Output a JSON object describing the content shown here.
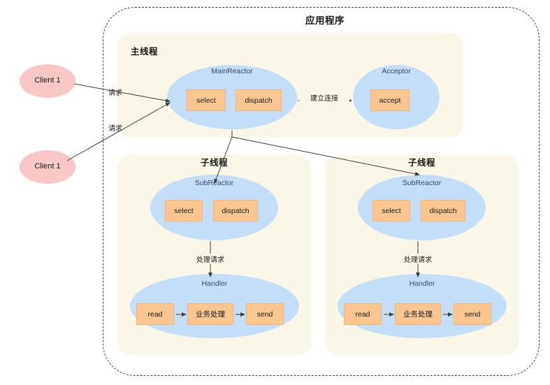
{
  "diagram": {
    "app_title": "应用程序",
    "outer_boundary_style": "dashed",
    "colors": {
      "panel_beige": "#FAF7E9",
      "ellipse_blue": "#C5DEF8",
      "ellipse_pink": "#F9C8C6",
      "box_orange": "#FBC690",
      "box_orange_border": "#F0B679",
      "line": "#3D3D3D",
      "text_dark": "#1A1A1A",
      "text_muted": "#3B4A5C",
      "background": "#FFFFFF"
    },
    "clients": [
      {
        "label": "Client 1"
      },
      {
        "label": "Client 1"
      }
    ],
    "client_edge_labels": [
      "请求",
      "请求"
    ],
    "main_thread": {
      "title": "主线程",
      "main_reactor": {
        "label": "MainReactor",
        "boxes": [
          "select",
          "dispatch"
        ]
      },
      "connect_edge_label": "建立连接",
      "acceptor": {
        "label": "Acceptor",
        "boxes": [
          "accept"
        ]
      }
    },
    "sub_threads": [
      {
        "title": "子线程",
        "sub_reactor": {
          "label": "SubReactor",
          "boxes": [
            "select",
            "dispatch"
          ]
        },
        "handle_edge_label": "处理请求",
        "handler": {
          "label": "Handler",
          "boxes": [
            "read",
            "业务处理",
            "send"
          ]
        }
      },
      {
        "title": "子线程",
        "sub_reactor": {
          "label": "SubReactor",
          "boxes": [
            "select",
            "dispatch"
          ]
        },
        "handle_edge_label": "处理请求",
        "handler": {
          "label": "Handler",
          "boxes": [
            "read",
            "业务处理",
            "send"
          ]
        }
      }
    ]
  }
}
